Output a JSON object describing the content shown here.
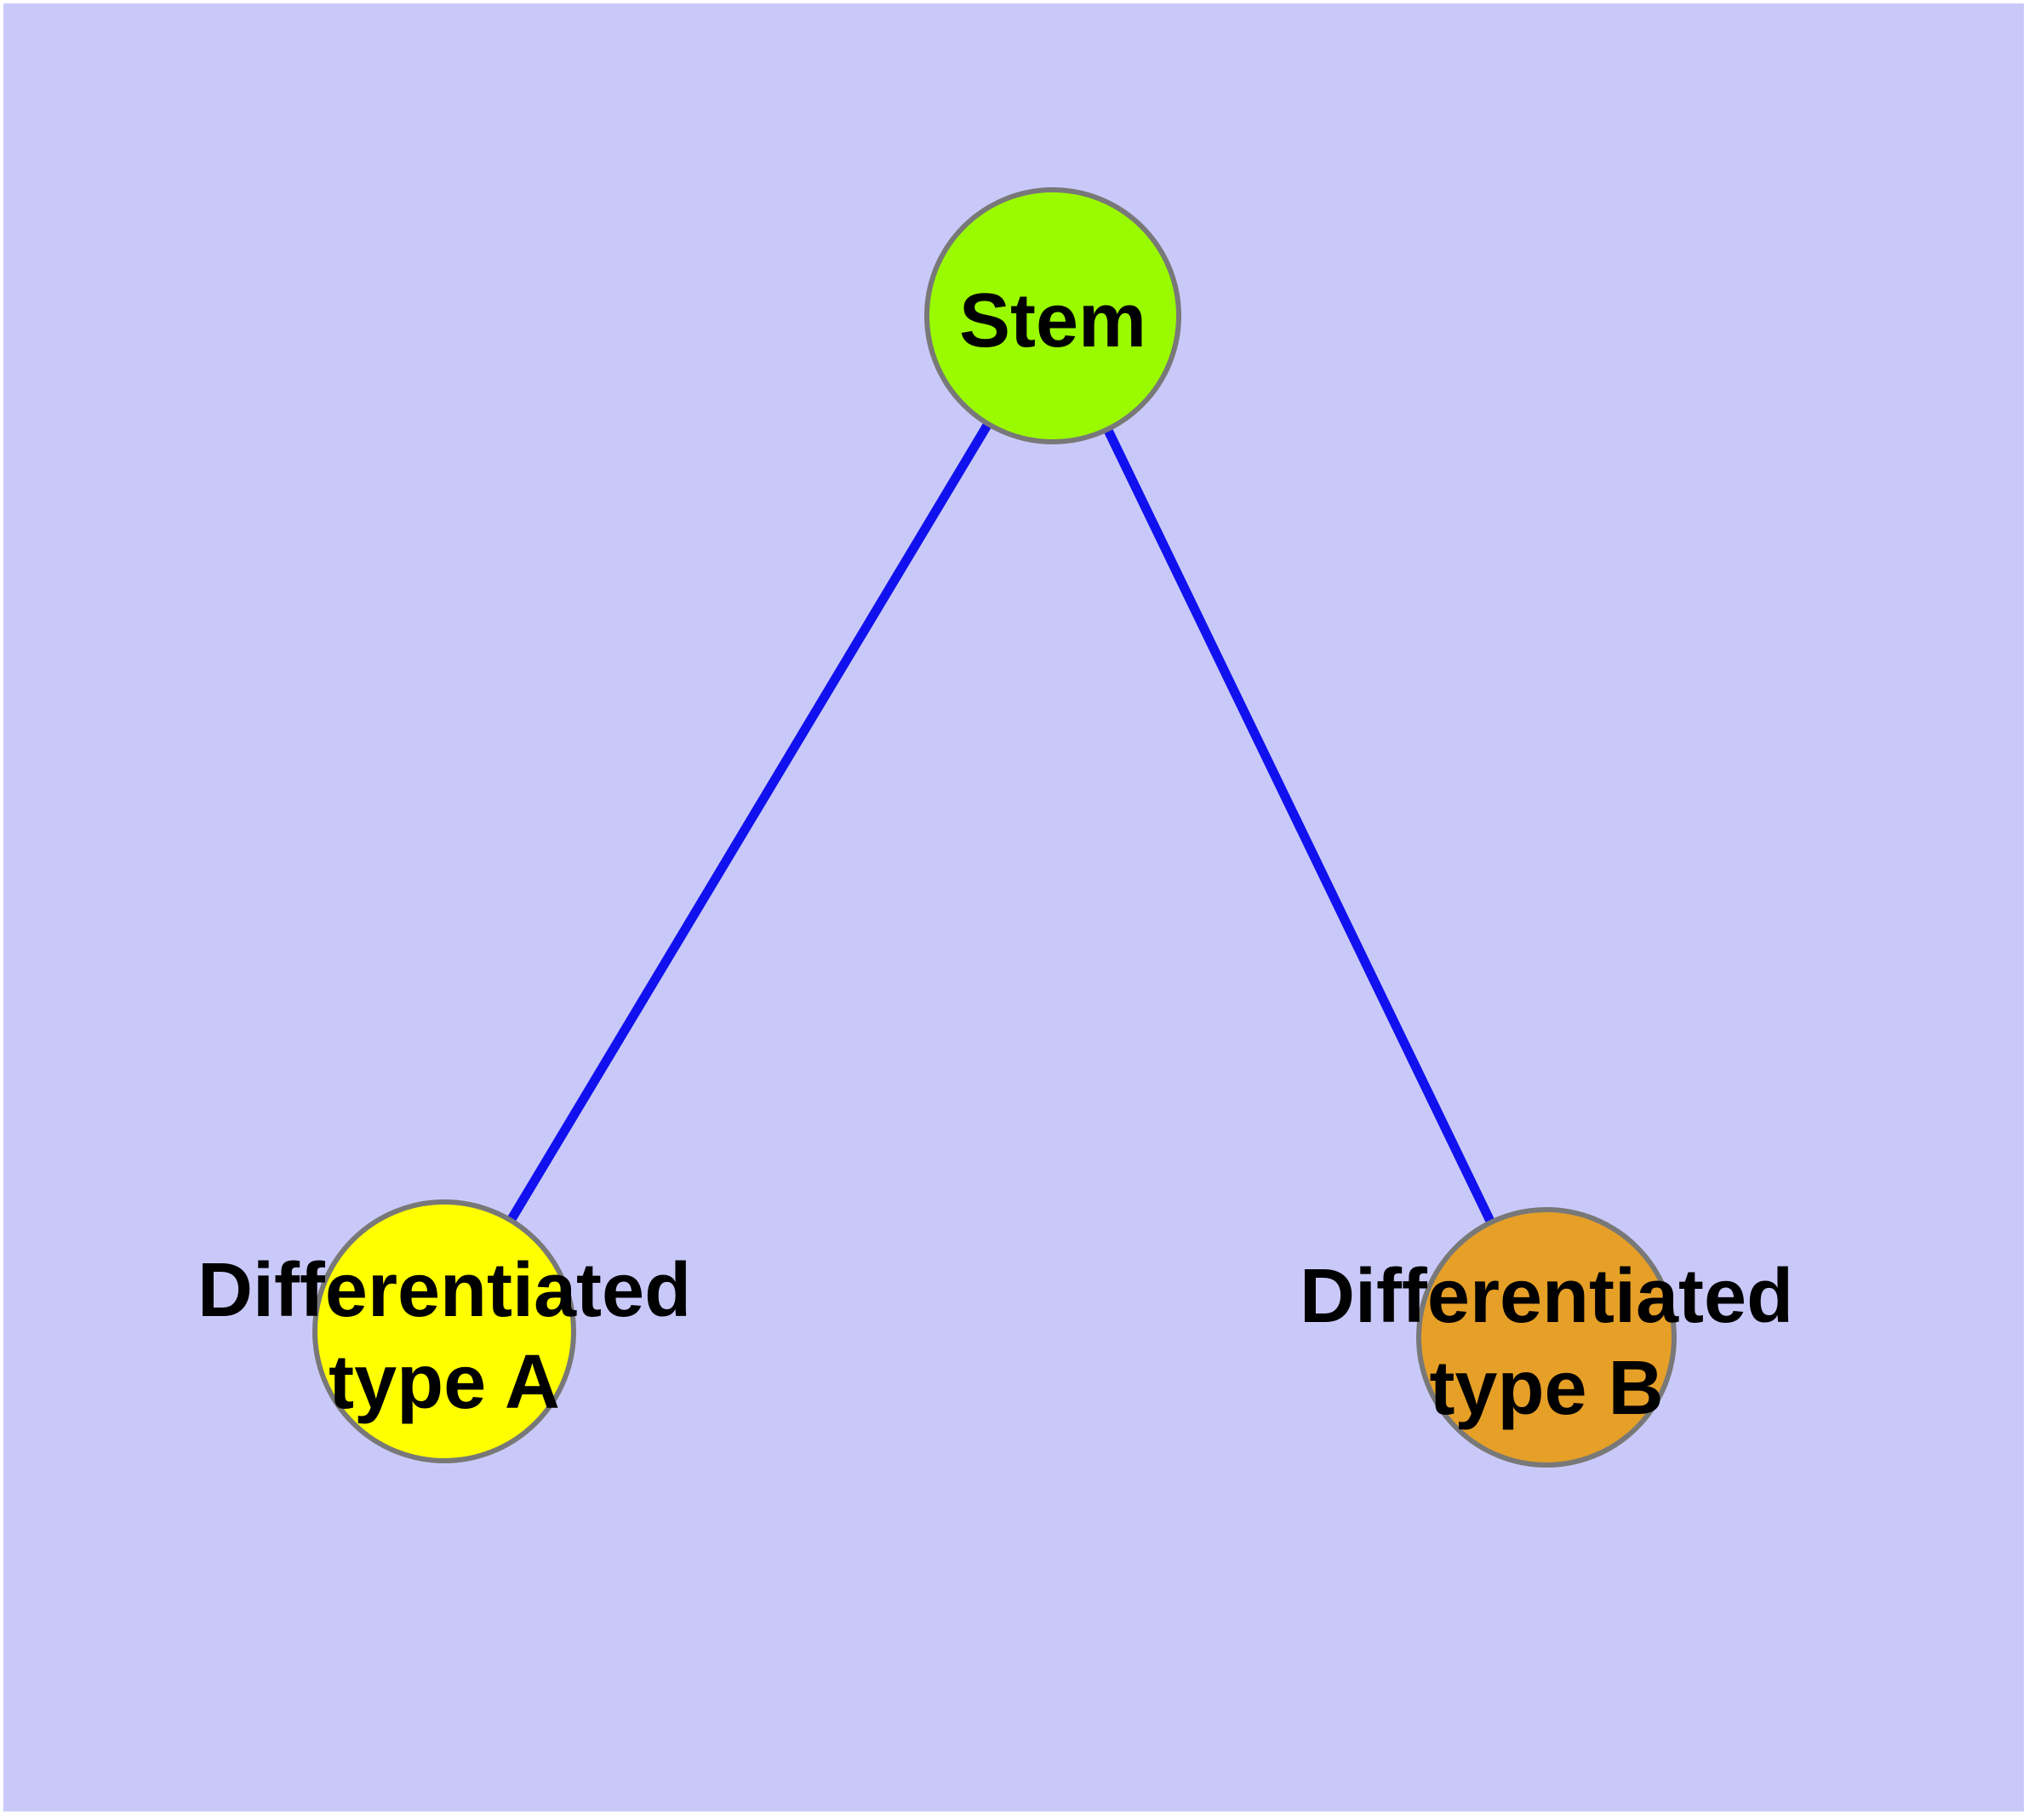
{
  "diagram": {
    "kind": "graph",
    "nodes": {
      "stem": {
        "label": "Stem"
      },
      "type_a": {
        "label": "Differentiated\ntype A"
      },
      "type_b": {
        "label": "Differentiated\ntype B"
      }
    },
    "edges": [
      {
        "from": "Stem",
        "to": "Differentiated type A"
      },
      {
        "from": "Stem",
        "to": "Differentiated type B"
      }
    ]
  },
  "colors": {
    "background": "#c9c9f9",
    "frame": "#ffffff",
    "edge_color": "#1111ef",
    "node_border": "#787878",
    "stem_fill": "#9afb00",
    "type_a_fill": "#ffff00",
    "type_b_fill": "#e6a027",
    "label_color": "#000000"
  }
}
